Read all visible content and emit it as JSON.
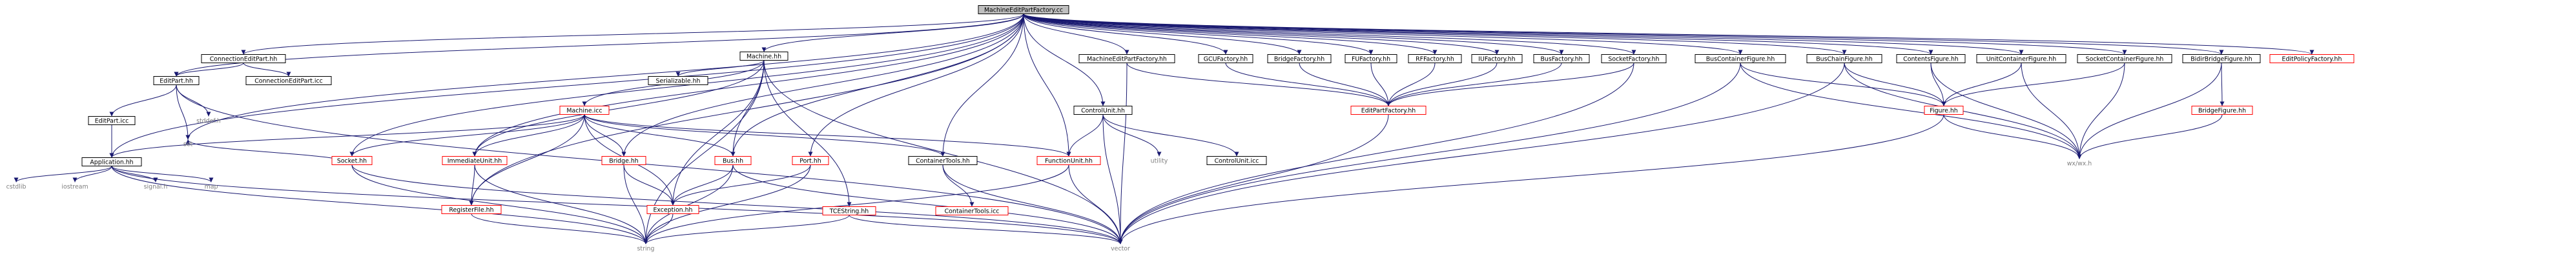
{
  "graph": {
    "style": {
      "edge_color": "#191970",
      "root_fill": "#bfbfbf",
      "node_fill": "#ffffff",
      "node_border": "#000000",
      "truncated_border": "#ff0000",
      "system_text": "#808080"
    },
    "nodes": {
      "MachineEditPartFactory_cc": {
        "label": "MachineEditPartFactory.cc",
        "kind": "root"
      },
      "ConnectionEditPart_hh": {
        "label": "ConnectionEditPart.hh",
        "kind": "file"
      },
      "ConnectionEditPart_icc": {
        "label": "ConnectionEditPart.icc",
        "kind": "file"
      },
      "EditPart_hh": {
        "label": "EditPart.hh",
        "kind": "file"
      },
      "EditPart_icc": {
        "label": "EditPart.icc",
        "kind": "file"
      },
      "stddef_h": {
        "label": "stddef.h",
        "kind": "system"
      },
      "Application_hh": {
        "label": "Application.hh",
        "kind": "file"
      },
      "cstdlib": {
        "label": "cstdlib",
        "kind": "system"
      },
      "iostream": {
        "label": "iostream",
        "kind": "system"
      },
      "signal_h": {
        "label": "signal.h",
        "kind": "system"
      },
      "map": {
        "label": "map",
        "kind": "system"
      },
      "set": {
        "label": "set",
        "kind": "system"
      },
      "Socket_hh": {
        "label": "Socket.hh",
        "kind": "truncated"
      },
      "Machine_hh": {
        "label": "Machine.hh",
        "kind": "file"
      },
      "Machine_icc": {
        "label": "Machine.icc",
        "kind": "truncated"
      },
      "Serializable_hh": {
        "label": "Serializable.hh",
        "kind": "file"
      },
      "ImmediateUnit_hh": {
        "label": "ImmediateUnit.hh",
        "kind": "truncated"
      },
      "RegisterFile_hh": {
        "label": "RegisterFile.hh",
        "kind": "truncated"
      },
      "Bridge_hh": {
        "label": "Bridge.hh",
        "kind": "truncated"
      },
      "Bus_hh": {
        "label": "Bus.hh",
        "kind": "truncated"
      },
      "Port_hh": {
        "label": "Port.hh",
        "kind": "truncated"
      },
      "Exception_hh": {
        "label": "Exception.hh",
        "kind": "truncated"
      },
      "string": {
        "label": "string",
        "kind": "system"
      },
      "TCEString_hh": {
        "label": "TCEString.hh",
        "kind": "truncated"
      },
      "ContainerTools_hh": {
        "label": "ContainerTools.hh",
        "kind": "file"
      },
      "ContainerTools_icc": {
        "label": "ContainerTools.icc",
        "kind": "truncated"
      },
      "FunctionUnit_hh": {
        "label": "FunctionUnit.hh",
        "kind": "truncated"
      },
      "ControlUnit_hh": {
        "label": "ControlUnit.hh",
        "kind": "file"
      },
      "utility": {
        "label": "utility",
        "kind": "system"
      },
      "ControlUnit_icc": {
        "label": "ControlUnit.icc",
        "kind": "file"
      },
      "vector": {
        "label": "vector",
        "kind": "system"
      },
      "MachineEditPartFactory_hh": {
        "label": "MachineEditPartFactory.hh",
        "kind": "file"
      },
      "GCUFactory_hh": {
        "label": "GCUFactory.hh",
        "kind": "file"
      },
      "BridgeFactory_hh": {
        "label": "BridgeFactory.hh",
        "kind": "file"
      },
      "FUFactory_hh": {
        "label": "FUFactory.hh",
        "kind": "file"
      },
      "RFFactory_hh": {
        "label": "RFFactory.hh",
        "kind": "file"
      },
      "IUFactory_hh": {
        "label": "IUFactory.hh",
        "kind": "file"
      },
      "BusFactory_hh": {
        "label": "BusFactory.hh",
        "kind": "file"
      },
      "SocketFactory_hh": {
        "label": "SocketFactory.hh",
        "kind": "file"
      },
      "EditPartFactory_hh": {
        "label": "EditPartFactory.hh",
        "kind": "truncated"
      },
      "BusContainerFigure_hh": {
        "label": "BusContainerFigure.hh",
        "kind": "file"
      },
      "BusChainFigure_hh": {
        "label": "BusChainFigure.hh",
        "kind": "file"
      },
      "ContentsFigure_hh": {
        "label": "ContentsFigure.hh",
        "kind": "file"
      },
      "UnitContainerFigure_hh": {
        "label": "UnitContainerFigure.hh",
        "kind": "file"
      },
      "SocketContainerFigure_hh": {
        "label": "SocketContainerFigure.hh",
        "kind": "file"
      },
      "BidirBridgeFigure_hh": {
        "label": "BidirBridgeFigure.hh",
        "kind": "file"
      },
      "EditPolicyFactory_hh": {
        "label": "EditPolicyFactory.hh",
        "kind": "truncated"
      },
      "Figure_hh": {
        "label": "Figure.hh",
        "kind": "truncated"
      },
      "BridgeFigure_hh": {
        "label": "BridgeFigure.hh",
        "kind": "truncated"
      },
      "wx_wx_h": {
        "label": "wx/wx.h",
        "kind": "system"
      }
    },
    "edges": [
      [
        "MachineEditPartFactory_cc",
        "ConnectionEditPart_hh"
      ],
      [
        "MachineEditPartFactory_cc",
        "EditPart_hh"
      ],
      [
        "MachineEditPartFactory_cc",
        "Application_hh"
      ],
      [
        "MachineEditPartFactory_cc",
        "set"
      ],
      [
        "MachineEditPartFactory_cc",
        "Socket_hh"
      ],
      [
        "MachineEditPartFactory_cc",
        "Machine_hh"
      ],
      [
        "MachineEditPartFactory_cc",
        "Bridge_hh"
      ],
      [
        "MachineEditPartFactory_cc",
        "ImmediateUnit_hh"
      ],
      [
        "MachineEditPartFactory_cc",
        "RegisterFile_hh"
      ],
      [
        "MachineEditPartFactory_cc",
        "Bus_hh"
      ],
      [
        "MachineEditPartFactory_cc",
        "Port_hh"
      ],
      [
        "MachineEditPartFactory_cc",
        "ContainerTools_hh"
      ],
      [
        "MachineEditPartFactory_cc",
        "FunctionUnit_hh"
      ],
      [
        "MachineEditPartFactory_cc",
        "ControlUnit_hh"
      ],
      [
        "MachineEditPartFactory_cc",
        "MachineEditPartFactory_hh"
      ],
      [
        "MachineEditPartFactory_cc",
        "GCUFactory_hh"
      ],
      [
        "MachineEditPartFactory_cc",
        "BridgeFactory_hh"
      ],
      [
        "MachineEditPartFactory_cc",
        "FUFactory_hh"
      ],
      [
        "MachineEditPartFactory_cc",
        "RFFactory_hh"
      ],
      [
        "MachineEditPartFactory_cc",
        "IUFactory_hh"
      ],
      [
        "MachineEditPartFactory_cc",
        "BusFactory_hh"
      ],
      [
        "MachineEditPartFactory_cc",
        "SocketFactory_hh"
      ],
      [
        "MachineEditPartFactory_cc",
        "BusContainerFigure_hh"
      ],
      [
        "MachineEditPartFactory_cc",
        "BusChainFigure_hh"
      ],
      [
        "MachineEditPartFactory_cc",
        "ContentsFigure_hh"
      ],
      [
        "MachineEditPartFactory_cc",
        "UnitContainerFigure_hh"
      ],
      [
        "MachineEditPartFactory_cc",
        "SocketContainerFigure_hh"
      ],
      [
        "MachineEditPartFactory_cc",
        "BidirBridgeFigure_hh"
      ],
      [
        "MachineEditPartFactory_cc",
        "EditPolicyFactory_hh"
      ],
      [
        "ConnectionEditPart_hh",
        "EditPart_hh"
      ],
      [
        "ConnectionEditPart_hh",
        "ConnectionEditPart_icc"
      ],
      [
        "EditPart_hh",
        "EditPart_icc"
      ],
      [
        "EditPart_hh",
        "stddef_h"
      ],
      [
        "EditPart_hh",
        "set"
      ],
      [
        "EditPart_hh",
        "vector"
      ],
      [
        "EditPart_icc",
        "Application_hh"
      ],
      [
        "Application_hh",
        "cstdlib"
      ],
      [
        "Application_hh",
        "iostream"
      ],
      [
        "Application_hh",
        "signal_h"
      ],
      [
        "Application_hh",
        "map"
      ],
      [
        "Application_hh",
        "string"
      ],
      [
        "Application_hh",
        "vector"
      ],
      [
        "Machine_hh",
        "Machine_icc"
      ],
      [
        "Machine_hh",
        "Serializable_hh"
      ],
      [
        "Machine_hh",
        "ImmediateUnit_hh"
      ],
      [
        "Machine_hh",
        "Bus_hh"
      ],
      [
        "Machine_hh",
        "Exception_hh"
      ],
      [
        "Machine_hh",
        "string"
      ],
      [
        "Machine_hh",
        "vector"
      ],
      [
        "Machine_hh",
        "TCEString_hh"
      ],
      [
        "Machine_icc",
        "Application_hh"
      ],
      [
        "Machine_icc",
        "Socket_hh"
      ],
      [
        "Machine_icc",
        "ImmediateUnit_hh"
      ],
      [
        "Machine_icc",
        "RegisterFile_hh"
      ],
      [
        "Machine_icc",
        "Bridge_hh"
      ],
      [
        "Machine_icc",
        "Bus_hh"
      ],
      [
        "Machine_icc",
        "Exception_hh"
      ],
      [
        "Machine_icc",
        "ContainerTools_hh"
      ],
      [
        "Machine_icc",
        "FunctionUnit_hh"
      ],
      [
        "Socket_hh",
        "set"
      ],
      [
        "Socket_hh",
        "string"
      ],
      [
        "Socket_hh",
        "vector"
      ],
      [
        "ImmediateUnit_hh",
        "RegisterFile_hh"
      ],
      [
        "ImmediateUnit_hh",
        "string"
      ],
      [
        "RegisterFile_hh",
        "string"
      ],
      [
        "Bridge_hh",
        "Exception_hh"
      ],
      [
        "Bridge_hh",
        "string"
      ],
      [
        "Bus_hh",
        "Exception_hh"
      ],
      [
        "Bus_hh",
        "string"
      ],
      [
        "Bus_hh",
        "vector"
      ],
      [
        "Port_hh",
        "Exception_hh"
      ],
      [
        "Port_hh",
        "string"
      ],
      [
        "Exception_hh",
        "string"
      ],
      [
        "TCEString_hh",
        "string"
      ],
      [
        "TCEString_hh",
        "vector"
      ],
      [
        "ContainerTools_hh",
        "ContainerTools_icc"
      ],
      [
        "ContainerTools_hh",
        "vector"
      ],
      [
        "FunctionUnit_hh",
        "string"
      ],
      [
        "FunctionUnit_hh",
        "vector"
      ],
      [
        "ControlUnit_hh",
        "FunctionUnit_hh"
      ],
      [
        "ControlUnit_hh",
        "utility"
      ],
      [
        "ControlUnit_hh",
        "ControlUnit_icc"
      ],
      [
        "ControlUnit_hh",
        "vector"
      ],
      [
        "MachineEditPartFactory_hh",
        "EditPartFactory_hh"
      ],
      [
        "MachineEditPartFactory_hh",
        "vector"
      ],
      [
        "GCUFactory_hh",
        "EditPartFactory_hh"
      ],
      [
        "BridgeFactory_hh",
        "EditPartFactory_hh"
      ],
      [
        "FUFactory_hh",
        "EditPartFactory_hh"
      ],
      [
        "RFFactory_hh",
        "EditPartFactory_hh"
      ],
      [
        "IUFactory_hh",
        "EditPartFactory_hh"
      ],
      [
        "BusFactory_hh",
        "EditPartFactory_hh"
      ],
      [
        "SocketFactory_hh",
        "EditPartFactory_hh"
      ],
      [
        "SocketFactory_hh",
        "vector"
      ],
      [
        "EditPartFactory_hh",
        "vector"
      ],
      [
        "BusContainerFigure_hh",
        "Figure_hh"
      ],
      [
        "BusContainerFigure_hh",
        "wx_wx_h"
      ],
      [
        "BusContainerFigure_hh",
        "vector"
      ],
      [
        "BusChainFigure_hh",
        "Figure_hh"
      ],
      [
        "BusChainFigure_hh",
        "wx_wx_h"
      ],
      [
        "BusChainFigure_hh",
        "vector"
      ],
      [
        "ContentsFigure_hh",
        "Figure_hh"
      ],
      [
        "ContentsFigure_hh",
        "wx_wx_h"
      ],
      [
        "UnitContainerFigure_hh",
        "Figure_hh"
      ],
      [
        "UnitContainerFigure_hh",
        "wx_wx_h"
      ],
      [
        "SocketContainerFigure_hh",
        "Figure_hh"
      ],
      [
        "SocketContainerFigure_hh",
        "wx_wx_h"
      ],
      [
        "BidirBridgeFigure_hh",
        "BridgeFigure_hh"
      ],
      [
        "BidirBridgeFigure_hh",
        "wx_wx_h"
      ],
      [
        "Figure_hh",
        "wx_wx_h"
      ],
      [
        "Figure_hh",
        "vector"
      ],
      [
        "BridgeFigure_hh",
        "wx_wx_h"
      ]
    ]
  }
}
